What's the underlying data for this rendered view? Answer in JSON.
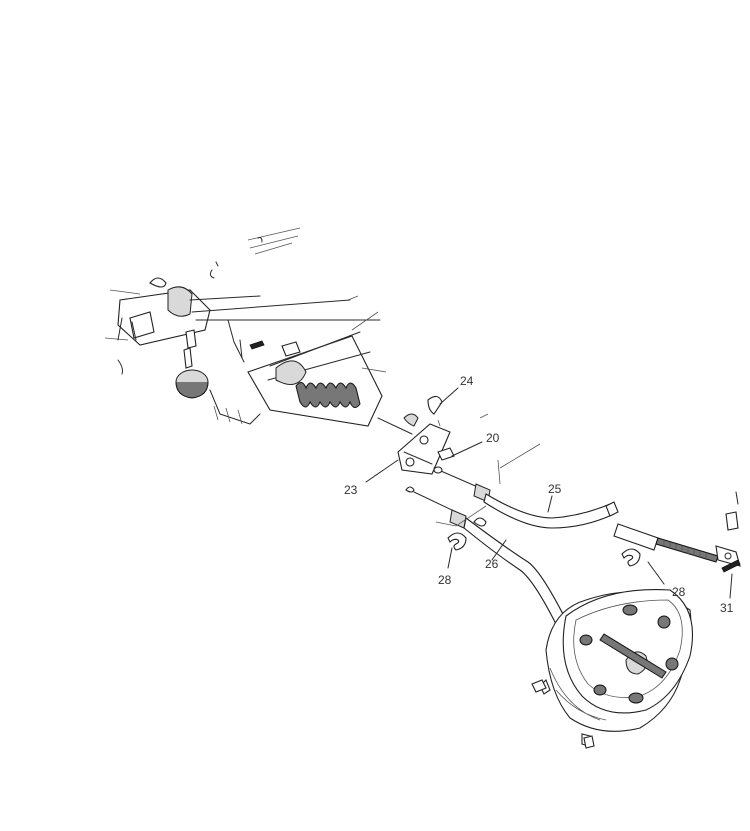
{
  "diagram": {
    "callouts": [
      {
        "id": "c24",
        "text": "24"
      },
      {
        "id": "c20",
        "text": "20"
      },
      {
        "id": "c23",
        "text": "23"
      },
      {
        "id": "c25",
        "text": "25"
      },
      {
        "id": "c28a",
        "text": "28"
      },
      {
        "id": "c26",
        "text": "26"
      },
      {
        "id": "c28b",
        "text": "28"
      },
      {
        "id": "c31",
        "text": "31"
      }
    ]
  }
}
